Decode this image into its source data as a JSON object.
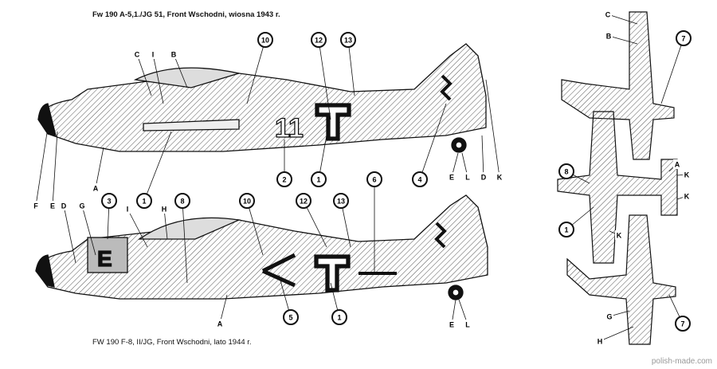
{
  "titles": {
    "top": "Fw 190 A-5,1./JG 51, Front Wschodni, wiosna 1943 r.",
    "bottom": "FW 190 F-8, II/JG, Front Wschodni, lato 1944 r."
  },
  "watermark": "polish-made.com",
  "aircraft_markings": {
    "top_code": "11",
    "bottom_code": "E"
  },
  "callouts": [
    {
      "t": "C",
      "k": "l"
    },
    {
      "t": "I",
      "k": "l"
    },
    {
      "t": "B",
      "k": "l"
    },
    {
      "t": "A",
      "k": "l"
    },
    {
      "t": "F",
      "k": "l"
    },
    {
      "t": "E",
      "k": "l"
    },
    {
      "t": "10",
      "k": "c"
    },
    {
      "t": "12",
      "k": "c"
    },
    {
      "t": "13",
      "k": "c"
    },
    {
      "t": "2",
      "k": "c"
    },
    {
      "t": "1",
      "k": "c"
    },
    {
      "t": "1",
      "k": "c"
    },
    {
      "t": "4",
      "k": "c"
    },
    {
      "t": "E",
      "k": "l"
    },
    {
      "t": "L",
      "k": "l"
    },
    {
      "t": "D",
      "k": "l"
    },
    {
      "t": "K",
      "k": "l"
    },
    {
      "t": "D",
      "k": "l"
    },
    {
      "t": "G",
      "k": "l"
    },
    {
      "t": "3",
      "k": "c"
    },
    {
      "t": "I",
      "k": "l"
    },
    {
      "t": "H",
      "k": "l"
    },
    {
      "t": "8",
      "k": "c"
    },
    {
      "t": "10",
      "k": "c"
    },
    {
      "t": "12",
      "k": "c"
    },
    {
      "t": "13",
      "k": "c"
    },
    {
      "t": "6",
      "k": "c"
    },
    {
      "t": "5",
      "k": "c"
    },
    {
      "t": "1",
      "k": "c"
    },
    {
      "t": "A",
      "k": "l"
    },
    {
      "t": "E",
      "k": "l"
    },
    {
      "t": "L",
      "k": "l"
    },
    {
      "t": "C",
      "k": "l"
    },
    {
      "t": "B",
      "k": "l"
    },
    {
      "t": "7",
      "k": "c"
    },
    {
      "t": "8",
      "k": "c"
    },
    {
      "t": "A",
      "k": "l"
    },
    {
      "t": "K",
      "k": "l"
    },
    {
      "t": "K",
      "k": "l"
    },
    {
      "t": "1",
      "k": "c"
    },
    {
      "t": "K",
      "k": "l"
    },
    {
      "t": "7",
      "k": "c"
    },
    {
      "t": "G",
      "k": "l"
    },
    {
      "t": "H",
      "k": "l"
    }
  ]
}
